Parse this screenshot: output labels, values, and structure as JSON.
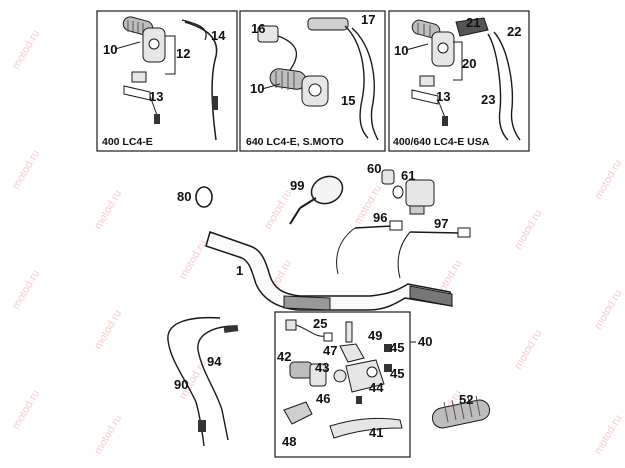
{
  "watermark": "motod.ru",
  "captions": {
    "box_a": "400 LC4-E",
    "box_b": "640 LC4-E, S.MOTO",
    "box_c": "400/640 LC4-E USA"
  },
  "labels": {
    "n1": "1",
    "n10a": "10",
    "n12": "12",
    "n13a": "13",
    "n14": "14",
    "n16": "16",
    "n17": "17",
    "n10b": "10",
    "n15": "15",
    "n21": "21",
    "n22": "22",
    "n10c": "10",
    "n20": "20",
    "n13c": "13",
    "n23": "23",
    "n80": "80",
    "n99": "99",
    "n60": "60",
    "n61": "61",
    "n96": "96",
    "n97": "97",
    "n94": "94",
    "n90": "90",
    "n25": "25",
    "n49": "49",
    "n47": "47",
    "n40": "40",
    "n42": "42",
    "n43": "43",
    "n45a": "45",
    "n45b": "45",
    "n44": "44",
    "n46": "46",
    "n48": "48",
    "n41": "41",
    "n52": "52"
  },
  "colors": {
    "line": "#1a1a1a",
    "part_fill": "#e6e6e6",
    "dark": "#333333",
    "watermark": "#f2a3a3"
  }
}
